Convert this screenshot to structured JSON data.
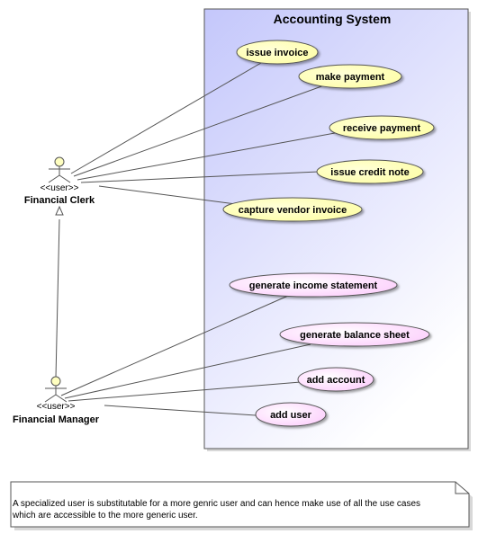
{
  "system": {
    "title": "Accounting System"
  },
  "actors": {
    "clerk": {
      "stereotype": "<<user>>",
      "name": "Financial Clerk"
    },
    "manager": {
      "stereotype": "<<user>>",
      "name": "Financial Manager"
    }
  },
  "use_cases": {
    "issue_invoice": "issue invoice",
    "make_payment": "make payment",
    "receive_payment": "receive payment",
    "issue_credit_note": "issue credit note",
    "capture_vendor_invoice": "capture vendor invoice",
    "generate_income_statement": "generate income statement",
    "generate_balance_sheet": "generate balance sheet",
    "add_account": "add account",
    "add_user": "add user"
  },
  "note": {
    "line1": "A specialized user is substitutable for a more genric user and can hence make use of all the use cases",
    "line2": "which are accessible to the more generic user."
  },
  "colors": {
    "system_fill_top": "#c6c9fb",
    "system_fill_bottom": "#ffffff",
    "clerk_usecase_fill": "#ffffc0",
    "manager_usecase_fill": "#ffd2ff",
    "actor_fill": "#ffffc0"
  }
}
